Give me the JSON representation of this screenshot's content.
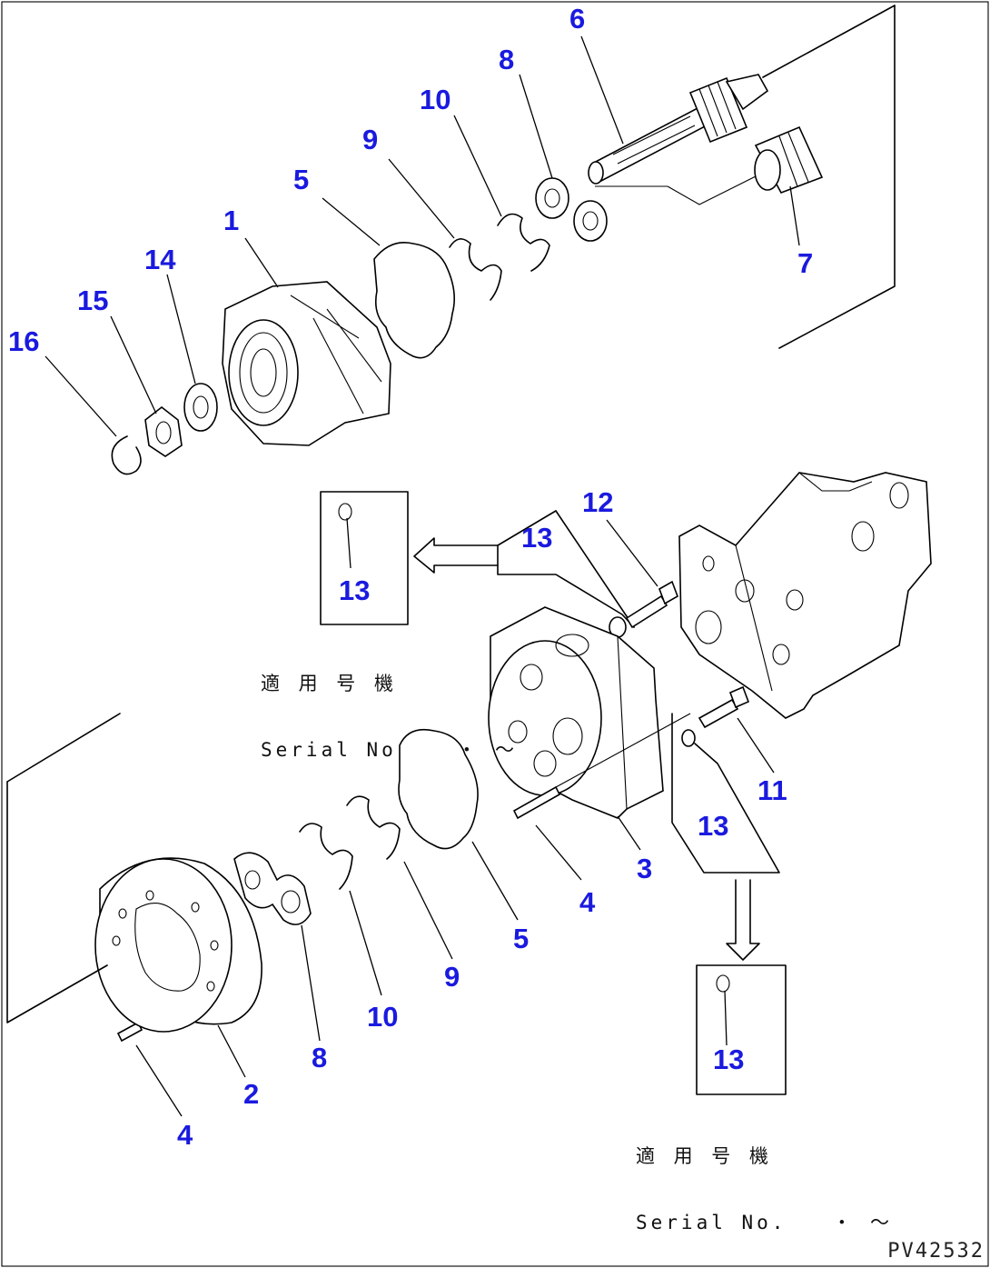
{
  "drawing_number": "PV42532",
  "callouts": {
    "c1": "1",
    "c2": "2",
    "c3": "3",
    "c4a": "4",
    "c4b": "4",
    "c5a": "5",
    "c5b": "5",
    "c6": "6",
    "c7": "7",
    "c8a": "8",
    "c8b": "8",
    "c9a": "9",
    "c9b": "9",
    "c10a": "10",
    "c10b": "10",
    "c11": "11",
    "c12": "12",
    "c13a": "13",
    "c13b": "13",
    "c13c": "13",
    "c13d": "13",
    "c14": "14",
    "c15": "15",
    "c16": "16"
  },
  "serial_notes": {
    "upper": {
      "jp": "適 用 号 機",
      "en": "Serial No",
      "range": "・ ～"
    },
    "lower": {
      "jp": "適 用 号 機",
      "en": "Serial No.",
      "range": "・ ～"
    }
  },
  "colors": {
    "callout": "#1a1adf",
    "line": "#000000"
  }
}
